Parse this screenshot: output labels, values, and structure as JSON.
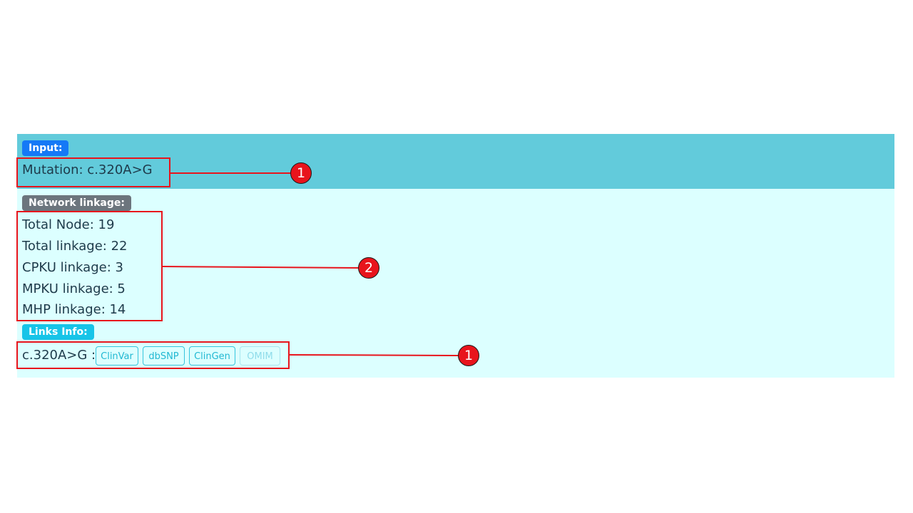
{
  "input": {
    "badge": "Input:",
    "mutation_text": "Mutation: c.320A>G"
  },
  "network": {
    "badge": "Network linkage:",
    "stats": [
      "Total Node: 19",
      "Total linkage: 22",
      "CPKU linkage: 3",
      "MPKU linkage: 5",
      "MHP linkage: 14"
    ]
  },
  "links": {
    "badge": "Links Info:",
    "label": "c.320A>G :",
    "buttons": [
      {
        "label": "ClinVar",
        "enabled": true
      },
      {
        "label": "dbSNP",
        "enabled": true
      },
      {
        "label": "ClinGen",
        "enabled": true
      },
      {
        "label": "OMIM",
        "enabled": false
      }
    ]
  },
  "annotations": {
    "callouts": [
      "1",
      "2",
      "1"
    ]
  },
  "colors": {
    "input_background": "#62cbdb",
    "results_background": "#dcffff",
    "input_badge": "#1579f6",
    "network_badge": "#6c757d",
    "links_badge": "#17c4e8",
    "annotation_red": "#e8141c",
    "link_button_border": "#36c4dc"
  }
}
